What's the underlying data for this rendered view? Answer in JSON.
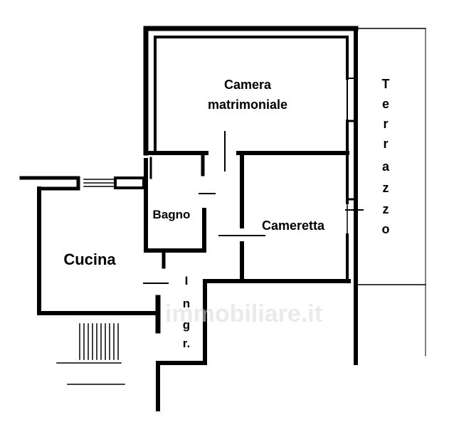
{
  "rooms": {
    "camera_line1": "Camera",
    "camera_line2": "matrimoniale",
    "cameretta": "Cameretta",
    "bagno": "Bagno",
    "cucina": "Cucina"
  },
  "terrazzo_letters": [
    "T",
    "e",
    "r",
    "r",
    "a",
    "z",
    "z",
    "o"
  ],
  "ingresso_letters": [
    "I",
    "n",
    "g",
    "r."
  ],
  "watermark": "immobiliare.it",
  "colors": {
    "wall": "#000000",
    "background": "#ffffff",
    "watermark": "#d9d9d9"
  }
}
